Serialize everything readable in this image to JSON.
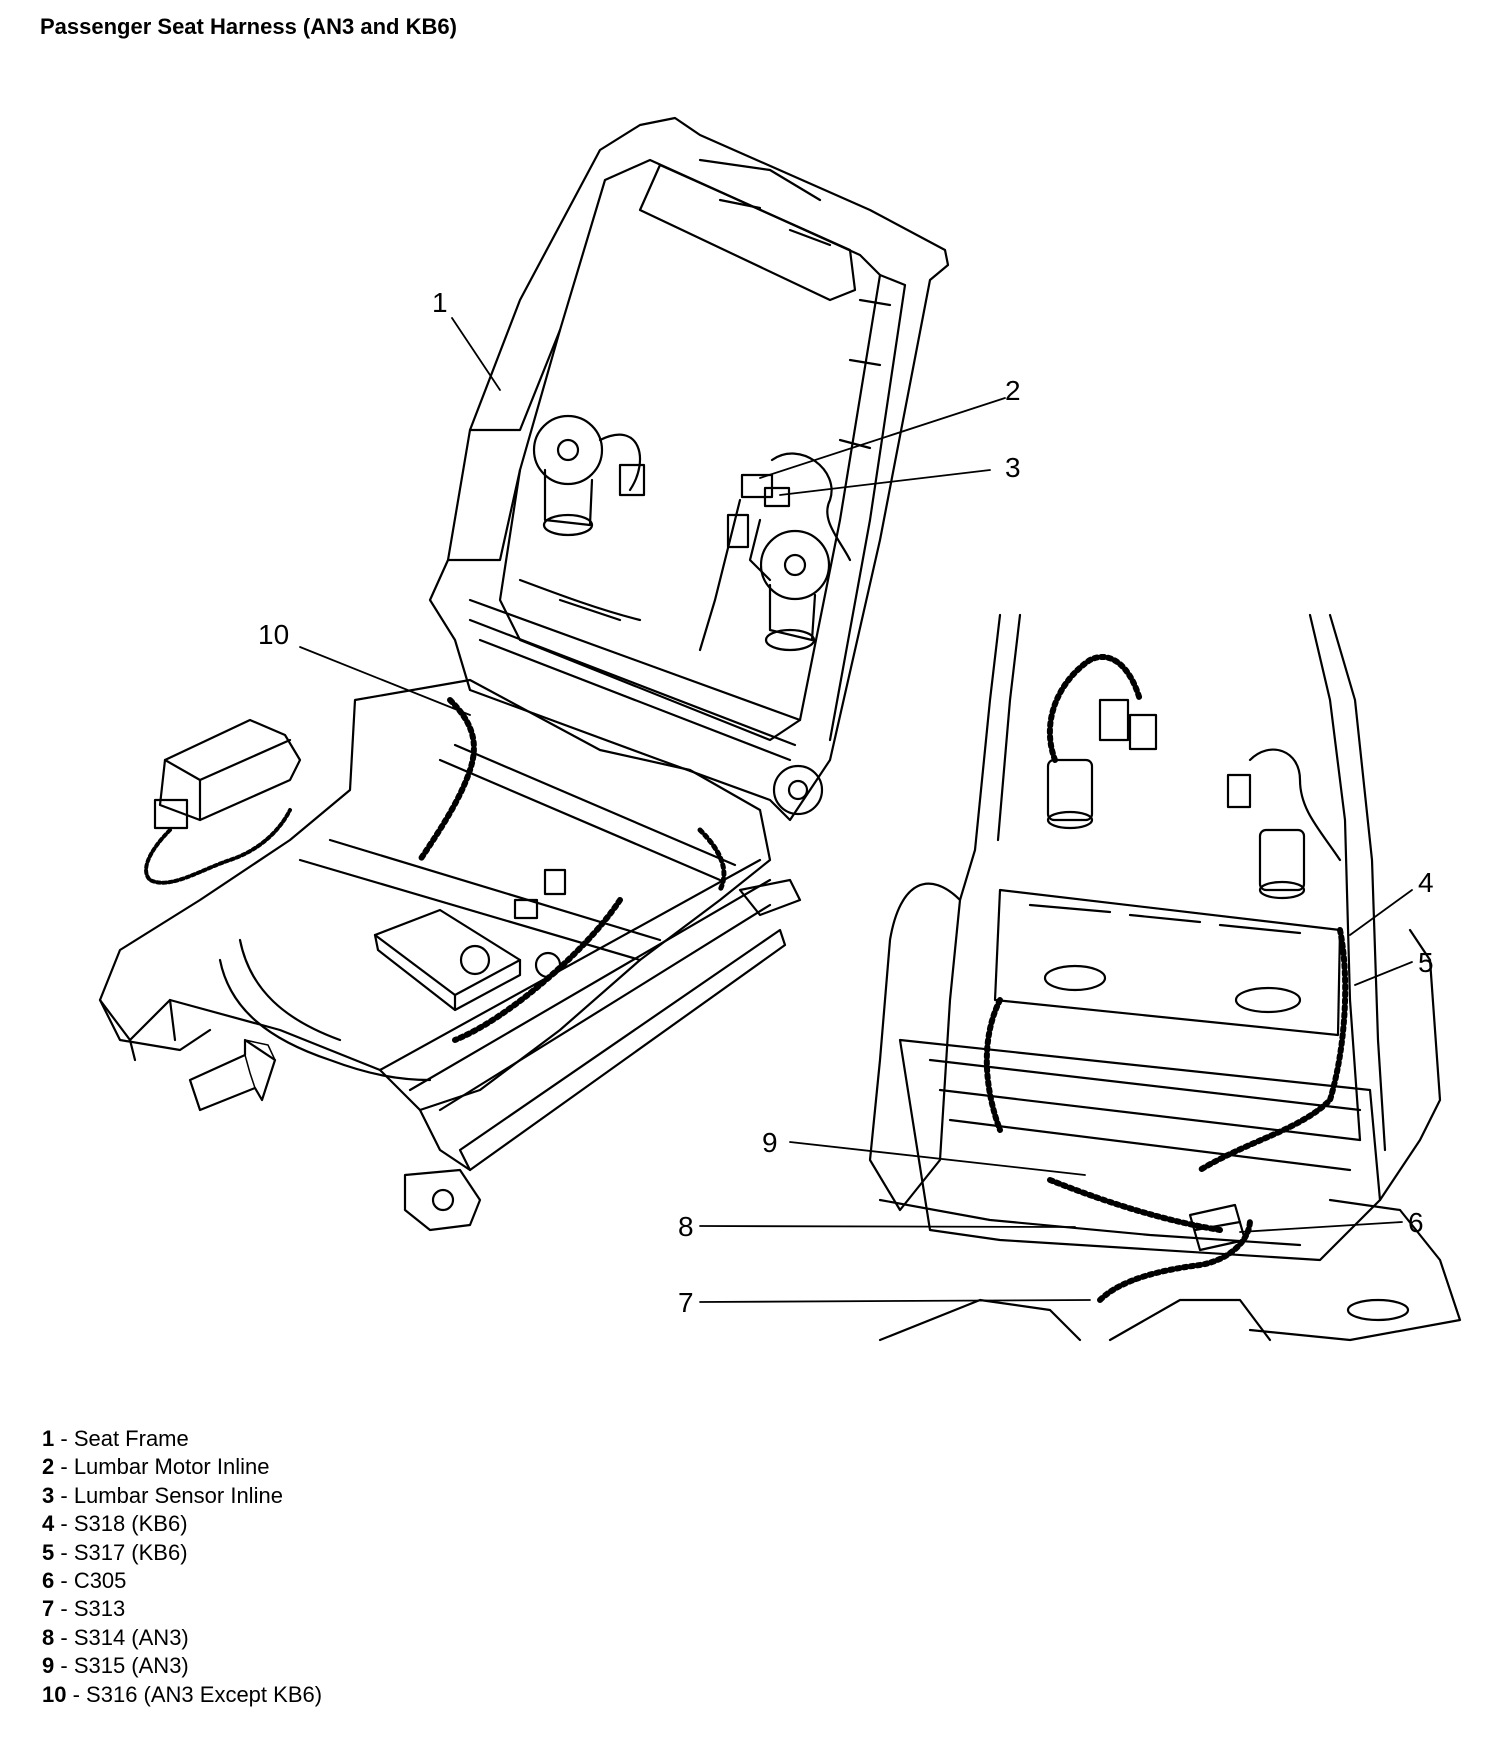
{
  "title": "Passenger Seat Harness (AN3 and KB6)",
  "callouts": [
    "1",
    "2",
    "3",
    "4",
    "5",
    "6",
    "7",
    "8",
    "9",
    "10"
  ],
  "legend": [
    {
      "num": "1",
      "sep": " - ",
      "text": "Seat Frame"
    },
    {
      "num": "2",
      "sep": " - ",
      "text": "Lumbar Motor Inline"
    },
    {
      "num": "3",
      "sep": " - ",
      "text": "Lumbar Sensor Inline"
    },
    {
      "num": "4",
      "sep": " - ",
      "text": "S318 (KB6)"
    },
    {
      "num": "5",
      "sep": " - ",
      "text": "S317 (KB6)"
    },
    {
      "num": "6",
      "sep": " - ",
      "text": "C305"
    },
    {
      "num": "7",
      "sep": " - ",
      "text": "S313"
    },
    {
      "num": "8",
      "sep": " - ",
      "text": "S314 (AN3)"
    },
    {
      "num": "9",
      "sep": " - ",
      "text": "S315 (AN3)"
    },
    {
      "num": "10",
      "sep": " - ",
      "text": "S316 (AN3 Except KB6)"
    }
  ]
}
